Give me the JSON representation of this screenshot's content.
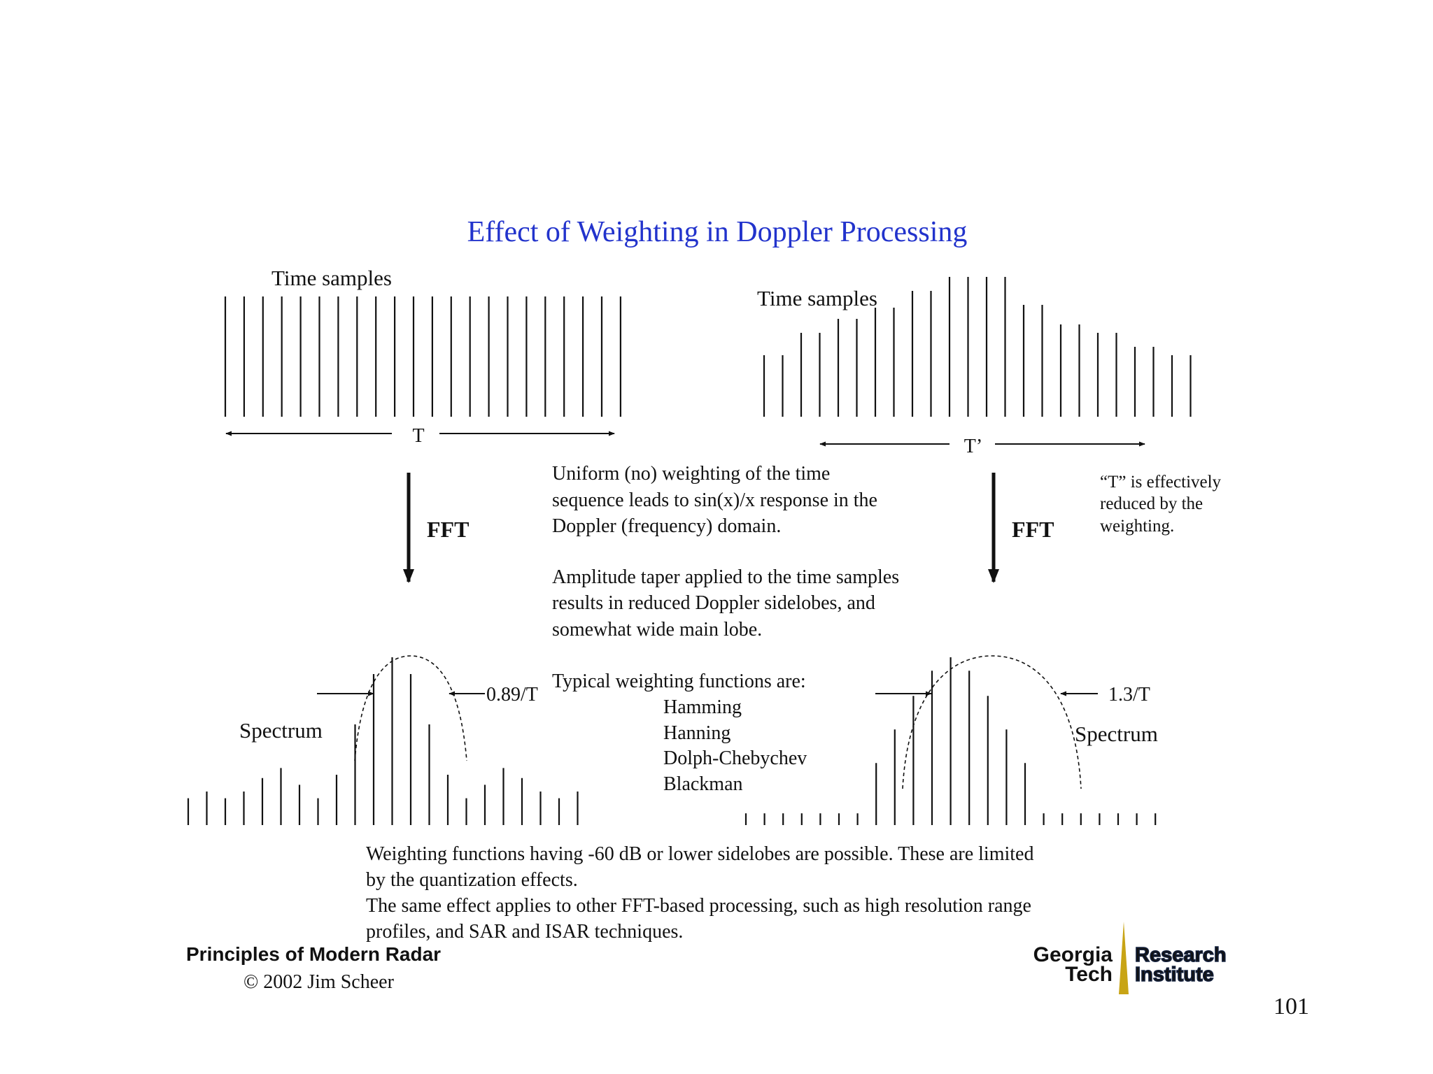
{
  "title": "Effect of Weighting in Doppler Processing",
  "left_panel": {
    "time_label": "Time samples",
    "duration_label": "T",
    "fft_label": "FFT",
    "spectrum_label": "Spectrum",
    "width_label": "0.89/T",
    "sample_levels": [
      1,
      1,
      1,
      1,
      1,
      1,
      1,
      1,
      1,
      1,
      1,
      1,
      1,
      1,
      1,
      1,
      1,
      1,
      1,
      1,
      1,
      1
    ],
    "spectrum_levels": [
      0.16,
      0.2,
      0.16,
      0.2,
      0.28,
      0.34,
      0.24,
      0.16,
      0.3,
      0.6,
      0.9,
      1.0,
      0.9,
      0.6,
      0.3,
      0.16,
      0.24,
      0.34,
      0.28,
      0.2,
      0.16,
      0.2
    ]
  },
  "right_panel": {
    "time_label": "Time samples",
    "duration_label": "T’",
    "fft_label": "FFT",
    "spectrum_label": "Spectrum",
    "width_label": "1.3/T",
    "note": [
      "“T” is effectively",
      "reduced by the",
      "weighting."
    ],
    "sample_levels": [
      0.44,
      0.44,
      0.6,
      0.6,
      0.7,
      0.7,
      0.78,
      0.78,
      0.9,
      0.9,
      1.0,
      1.0,
      1.0,
      1.0,
      0.8,
      0.8,
      0.66,
      0.66,
      0.6,
      0.6,
      0.5,
      0.5,
      0.44,
      0.44
    ],
    "spectrum_levels": [
      0.07,
      0.07,
      0.07,
      0.07,
      0.07,
      0.07,
      0.07,
      0.37,
      0.57,
      0.77,
      0.92,
      1.0,
      0.92,
      0.77,
      0.57,
      0.37,
      0.07,
      0.07,
      0.07,
      0.07,
      0.07,
      0.07,
      0.07
    ]
  },
  "center_text": {
    "para1": [
      "Uniform (no) weighting of the time",
      "sequence leads to sin(x)/x response in the",
      "Doppler (frequency) domain."
    ],
    "para2": [
      "Amplitude taper applied to the time samples",
      "results in reduced Doppler sidelobes, and",
      "somewhat wide main lobe."
    ],
    "list_heading": "Typical weighting functions are:",
    "list_items": [
      "Hamming",
      "Hanning",
      "Dolph-Chebychev",
      "Blackman"
    ]
  },
  "bottom_text": [
    "Weighting functions having -60 dB or lower sidelobes are possible.  These are limited",
    "by the quantization effects.",
    "The same effect applies to other FFT-based processing, such as high resolution range",
    "profiles, and SAR and ISAR techniques."
  ],
  "footer": {
    "book_title": "Principles of Modern Radar",
    "copyright": "© 2002 Jim Scheer",
    "logo_line1": "Georgia",
    "logo_line2": "Tech",
    "logo_line3": "Research",
    "logo_line4": "Institute",
    "page_number": "101"
  },
  "colors": {
    "title": "#2233CC",
    "ink": "#111111",
    "logo_gold": "#C8A415"
  }
}
